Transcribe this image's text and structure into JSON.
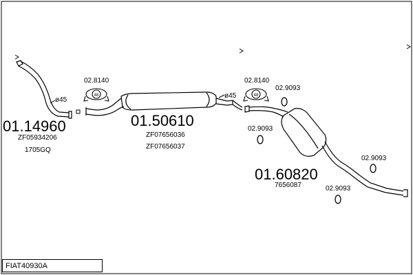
{
  "diagram": {
    "parts": [
      {
        "number": "01.14960",
        "refs": [
          "ZF05934206",
          "1705GQ"
        ]
      },
      {
        "number": "01.50610",
        "refs": [
          "ZF07656036",
          "ZF07656037"
        ]
      },
      {
        "number": "01.60820",
        "refs": [
          "7656087"
        ]
      }
    ],
    "diameter_labels": [
      "ø45",
      "ø45"
    ],
    "clamp_labels": [
      "02.8140",
      "02.8140"
    ],
    "clamp_size": "48",
    "ring_labels": [
      "02.9093",
      "02.9093",
      "02.9093",
      "02.9093"
    ],
    "frame_label": "FIAT40930A"
  }
}
